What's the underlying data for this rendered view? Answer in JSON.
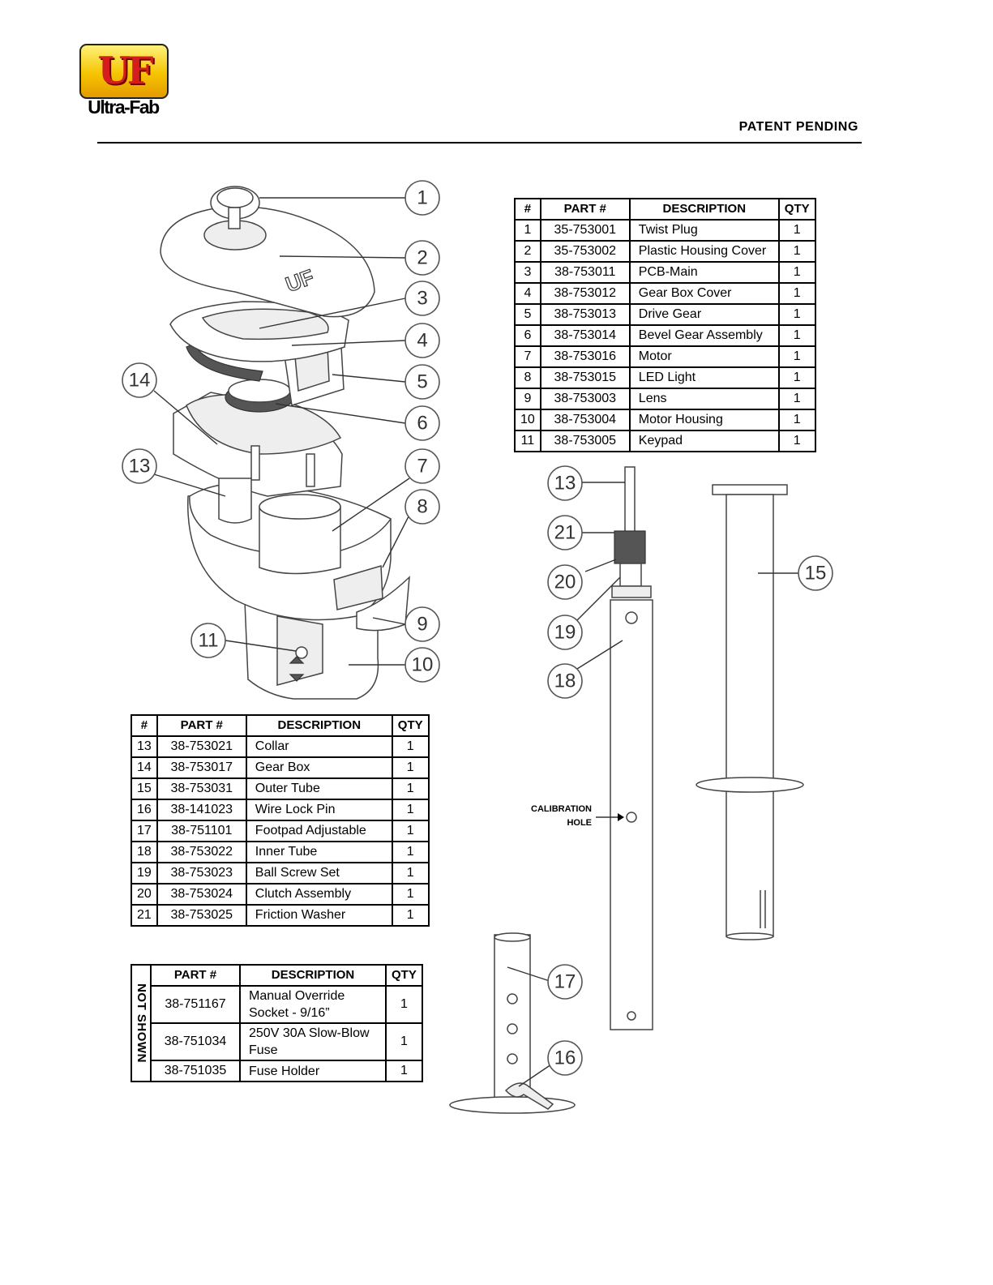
{
  "header": {
    "logo_letters": "UF",
    "logo_word": "Ultra-Fab",
    "patent": "PATENT PENDING"
  },
  "table_top": {
    "headers": [
      "#",
      "PART #",
      "DESCRIPTION",
      "QTY"
    ],
    "rows": [
      [
        "1",
        "35-753001",
        "Twist Plug",
        "1"
      ],
      [
        "2",
        "35-753002",
        "Plastic Housing Cover",
        "1"
      ],
      [
        "3",
        "38-753011",
        "PCB-Main",
        "1"
      ],
      [
        "4",
        "38-753012",
        "Gear Box Cover",
        "1"
      ],
      [
        "5",
        "38-753013",
        "Drive Gear",
        "1"
      ],
      [
        "6",
        "38-753014",
        "Bevel Gear Assembly",
        "1"
      ],
      [
        "7",
        "38-753016",
        "Motor",
        "1"
      ],
      [
        "8",
        "38-753015",
        "LED Light",
        "1"
      ],
      [
        "9",
        "38-753003",
        "Lens",
        "1"
      ],
      [
        "10",
        "38-753004",
        "Motor Housing",
        "1"
      ],
      [
        "11",
        "38-753005",
        "Keypad",
        "1"
      ]
    ]
  },
  "table_bottom": {
    "headers": [
      "#",
      "PART #",
      "DESCRIPTION",
      "QTY"
    ],
    "rows": [
      [
        "13",
        "38-753021",
        "Collar",
        "1"
      ],
      [
        "14",
        "38-753017",
        "Gear Box",
        "1"
      ],
      [
        "15",
        "38-753031",
        "Outer Tube",
        "1"
      ],
      [
        "16",
        "38-141023",
        "Wire Lock Pin",
        "1"
      ],
      [
        "17",
        "38-751101",
        "Footpad Adjustable",
        "1"
      ],
      [
        "18",
        "38-753022",
        "Inner Tube",
        "1"
      ],
      [
        "19",
        "38-753023",
        "Ball Screw Set",
        "1"
      ],
      [
        "20",
        "38-753024",
        "Clutch Assembly",
        "1"
      ],
      [
        "21",
        "38-753025",
        "Friction Washer",
        "1"
      ]
    ]
  },
  "table_not_shown": {
    "side_label": "NOT SHOWN",
    "headers": [
      "PART #",
      "DESCRIPTION",
      "QTY"
    ],
    "rows": [
      {
        "part": "38-751167",
        "desc1": "Manual Override",
        "desc2": "Socket - 9/16”",
        "qty": "1"
      },
      {
        "part": "38-751034",
        "desc1": "250V 30A Slow-Blow",
        "desc2": "Fuse",
        "qty": "1"
      },
      {
        "part": "38-751035",
        "desc1": "Fuse Holder",
        "desc2": "",
        "qty": "1"
      }
    ]
  },
  "diagram": {
    "calibration_line1": "CALIBRATION",
    "calibration_line2": "HOLE",
    "callouts": [
      "1",
      "2",
      "3",
      "4",
      "5",
      "6",
      "7",
      "8",
      "9",
      "10",
      "11",
      "13",
      "14",
      "13",
      "21",
      "20",
      "19",
      "18",
      "15",
      "17",
      "16"
    ]
  }
}
